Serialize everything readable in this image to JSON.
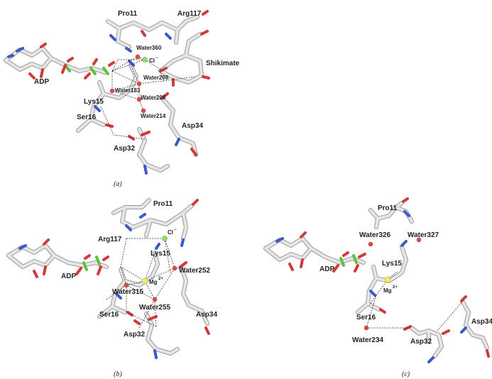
{
  "panels": {
    "a": {
      "caption": "(a)",
      "labels": {
        "pro11": "Pro11",
        "arg117": "Arg117",
        "water360": "Water360",
        "cl": "Cl",
        "cl_charge": "−",
        "shikimate": "Shikimate",
        "adp": "ADP",
        "water298": "Water298",
        "water183": "Water183",
        "lys15": "Lys15",
        "water206": "Water206",
        "water214": "Water214",
        "ser16": "Ser16",
        "asp34": "Asp34",
        "asp32": "Asp32"
      }
    },
    "b": {
      "caption": "(b)",
      "labels": {
        "pro11": "Pro11",
        "arg117": "Arg117",
        "cl": "Cl",
        "cl_charge": "−",
        "lys15": "Lys15",
        "adp": "ADP",
        "water252": "Water252",
        "mg": "Mg",
        "mg_charge": "2+",
        "water315": "Water315",
        "water255": "Water255",
        "ser16": "Ser16",
        "asp34": "Asp34",
        "asp32": "Asp32"
      }
    },
    "c": {
      "caption": "(c)",
      "labels": {
        "pro11": "Pro11",
        "water326": "Water326",
        "water327": "Water327",
        "adp": "ADP",
        "lys15": "Lys15",
        "mg": "Mg",
        "mg_charge": "2+",
        "ser16": "Ser16",
        "asp34": "Asp34",
        "water234": "Water234",
        "asp32": "Asp32"
      }
    }
  },
  "colors": {
    "carbon": "#e6e6e6",
    "oxygen": "#d23a3a",
    "nitrogen": "#3b57c9",
    "phosphorus": "#5fc23a",
    "water": "#e0484a",
    "chloride": "#8fe060",
    "magnesium": "#f2f05a"
  }
}
